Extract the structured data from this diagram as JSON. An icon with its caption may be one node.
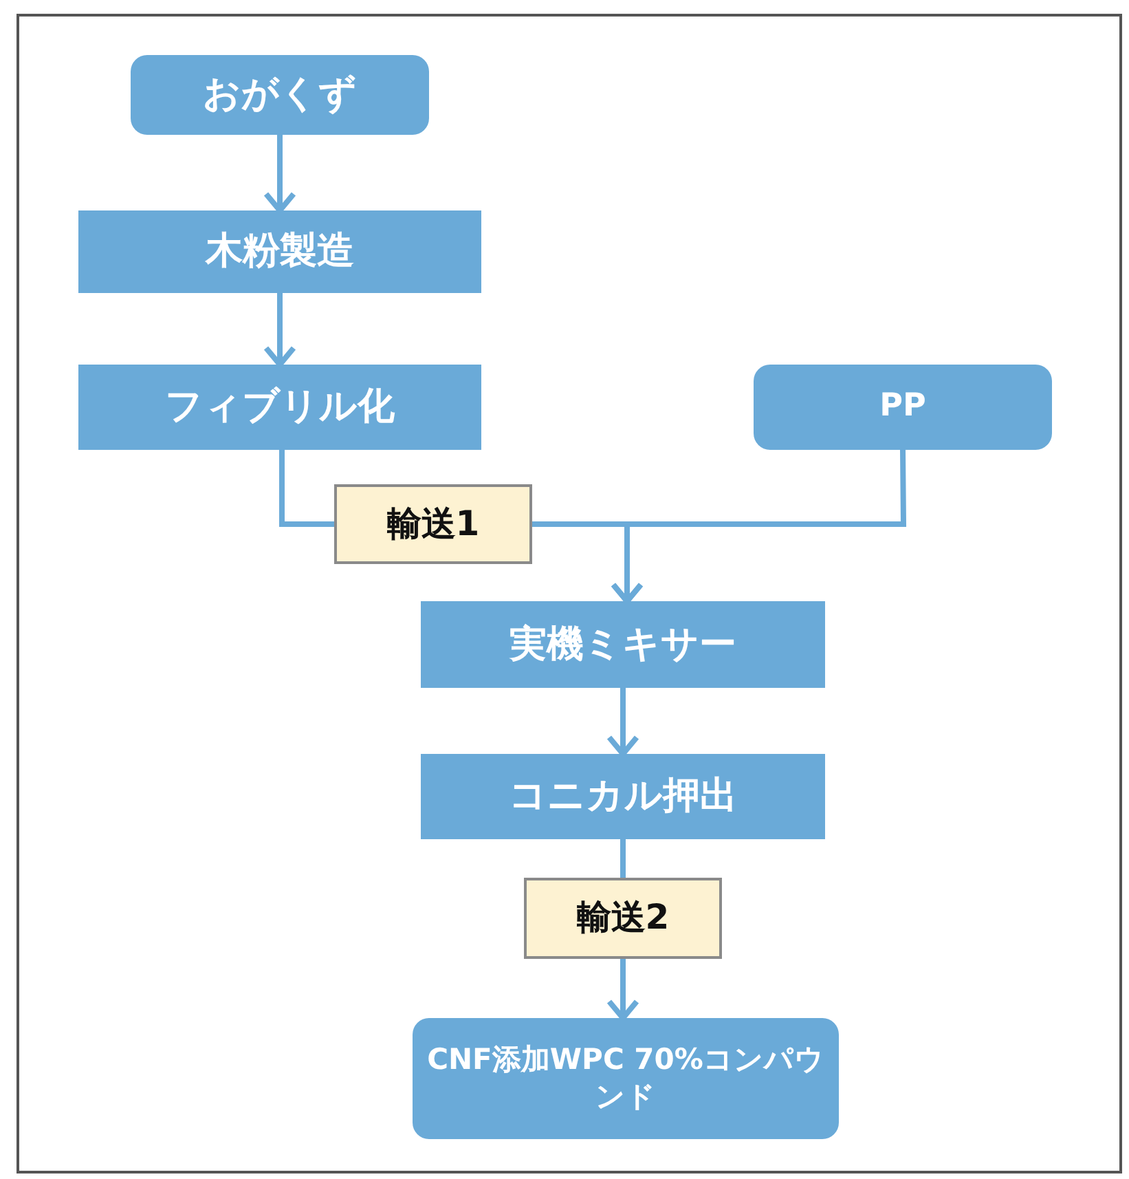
{
  "diagram": {
    "nodes": [
      {
        "text": [
          "おがくず"
        ]
      },
      {
        "text": [
          "木粉製造"
        ]
      },
      {
        "text": [
          "フィブリル化"
        ]
      },
      {
        "text": [
          "PP"
        ]
      },
      {
        "text": [
          "輸送1"
        ]
      },
      {
        "text": [
          "実機ミキサー"
        ]
      },
      {
        "text": [
          "コニカル押出"
        ]
      },
      {
        "text": [
          "輸送2"
        ]
      },
      {
        "text": [
          "CNF添加WPC 70%コンパウンド"
        ]
      }
    ],
    "edges": [
      {
        "from": 0,
        "to": 1,
        "arrow": "to"
      },
      {
        "from": 1,
        "to": 2,
        "arrow": "to"
      },
      {
        "from": 2,
        "to": 4,
        "arrow": "none"
      },
      {
        "from": 4,
        "to": 5,
        "arrow": "to"
      },
      {
        "from": 3,
        "to": 5,
        "arrow": "to"
      },
      {
        "from": 5,
        "to": 6,
        "arrow": "to"
      },
      {
        "from": 6,
        "to": 7,
        "arrow": "none"
      },
      {
        "from": 7,
        "to": 8,
        "arrow": "to"
      }
    ]
  }
}
